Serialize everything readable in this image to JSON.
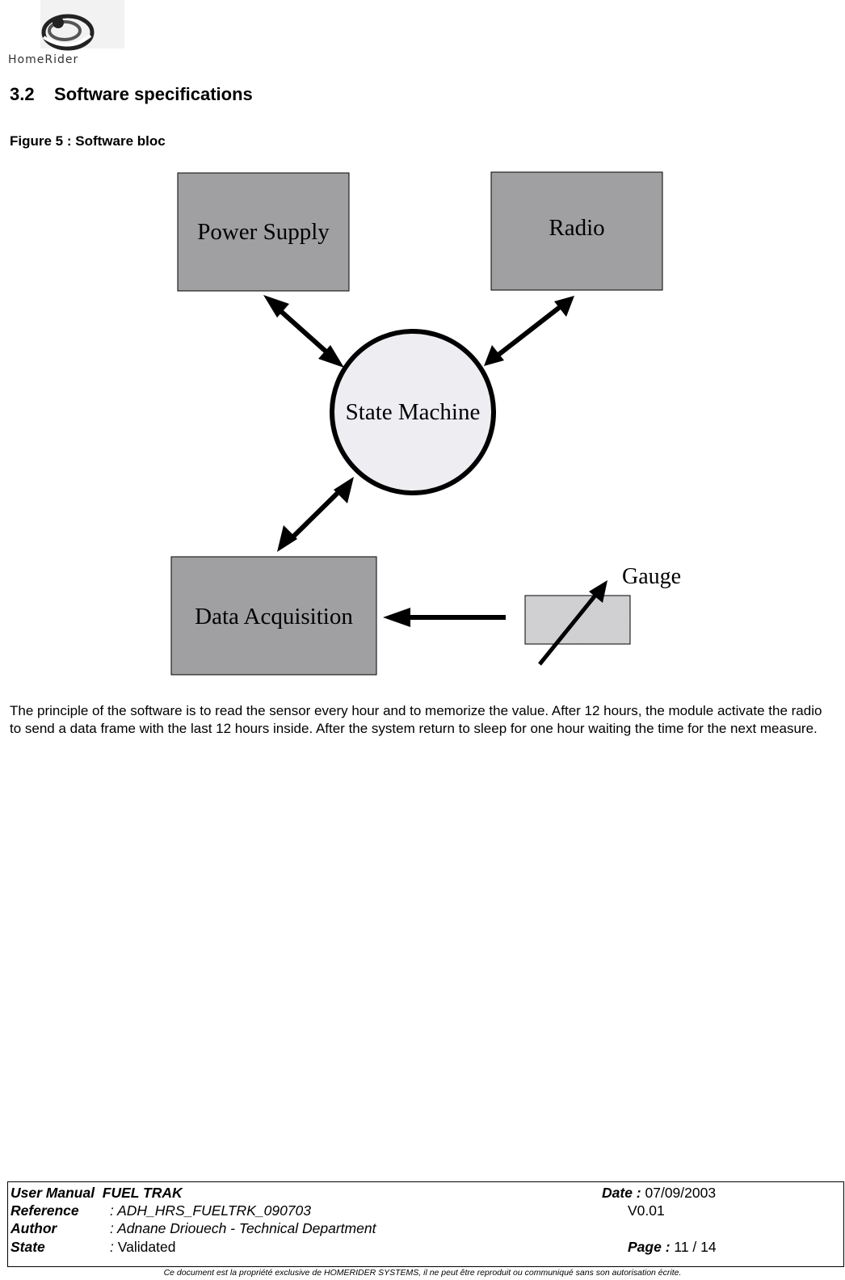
{
  "header": {
    "logo_text": "HomeRider"
  },
  "section": {
    "number": "3.2",
    "title": "Software specifications"
  },
  "figure": {
    "caption": "Figure 5 : Software bloc",
    "blocks": {
      "power_supply": "Power Supply",
      "radio": "Radio",
      "state_machine": "State Machine",
      "data_acquisition": "Data Acquisition",
      "gauge": "Gauge"
    }
  },
  "body": {
    "paragraph": "The principle of the software is to read the sensor every hour and to memorize the value. After 12 hours, the module activate the radio to send a data frame with the last 12 hours inside. After the system return to sleep for one hour waiting the time for the next measure."
  },
  "footer": {
    "doc_label": "User Manual",
    "doc_title": "FUEL TRAK",
    "date_label": "Date :",
    "date_value": "07/09/2003",
    "reference_label": "Reference",
    "reference_value": ": ADH_HRS_FUELTRK_090703",
    "version": "V0.01",
    "author_label": "Author",
    "author_value": ": Adnane Driouech - Technical Department",
    "state_label": "State",
    "state_sep": ":",
    "state_value": "Validated",
    "page_label": "Page :",
    "page_value": "11 / 14",
    "note": "Ce document est la propriété exclusive  de HOMERIDER SYSTEMS, il ne peut être reproduit ou communiqué sans son autorisation écrite."
  },
  "colors": {
    "block_fill": "#a09fa2",
    "circle_fill": "#eeeef2",
    "gauge_fill": "#d3d3d6"
  }
}
